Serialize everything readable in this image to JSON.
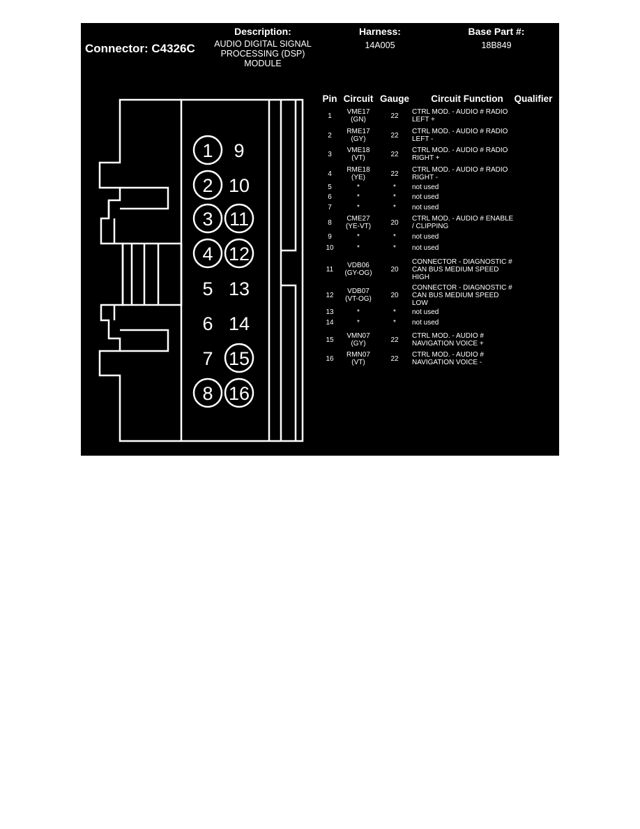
{
  "header": {
    "connector_title": "Connector: C4326C",
    "description_label": "Description:",
    "description_value": "AUDIO DIGITAL SIGNAL PROCESSING (DSP) MODULE",
    "harness_label": "Harness:",
    "harness_value": "14A005",
    "base_part_label": "Base Part #:",
    "base_part_value": "18B849"
  },
  "table": {
    "columns": [
      "Pin",
      "Circuit",
      "Gauge",
      "Circuit Function",
      "Qualifier"
    ],
    "rows": [
      {
        "pin": "1",
        "circuit": "VME17\n(GN)",
        "gauge": "22",
        "function": "CTRL MOD. - AUDIO # RADIO LEFT +",
        "qualifier": ""
      },
      {
        "pin": "2",
        "circuit": "RME17\n(GY)",
        "gauge": "22",
        "function": "CTRL MOD. - AUDIO # RADIO LEFT -",
        "qualifier": ""
      },
      {
        "pin": "3",
        "circuit": "VME18\n(VT)",
        "gauge": "22",
        "function": "CTRL MOD. - AUDIO # RADIO RIGHT +",
        "qualifier": ""
      },
      {
        "pin": "4",
        "circuit": "RME18\n(YE)",
        "gauge": "22",
        "function": "CTRL MOD. - AUDIO # RADIO RIGHT -",
        "qualifier": ""
      },
      {
        "pin": "5",
        "circuit": "*",
        "gauge": "*",
        "function": "not used",
        "qualifier": ""
      },
      {
        "pin": "6",
        "circuit": "*",
        "gauge": "*",
        "function": "not used",
        "qualifier": ""
      },
      {
        "pin": "7",
        "circuit": "*",
        "gauge": "*",
        "function": "not used",
        "qualifier": ""
      },
      {
        "pin": "8",
        "circuit": "CME27\n(YE-VT)",
        "gauge": "20",
        "function": "CTRL MOD. - AUDIO # ENABLE / CLIPPING",
        "qualifier": ""
      },
      {
        "pin": "9",
        "circuit": "*",
        "gauge": "*",
        "function": "not used",
        "qualifier": ""
      },
      {
        "pin": "10",
        "circuit": "*",
        "gauge": "*",
        "function": "not used",
        "qualifier": ""
      },
      {
        "pin": "11",
        "circuit": "VDB06\n(GY-OG)",
        "gauge": "20",
        "function": "CONNECTOR - DIAGNOSTIC # CAN BUS MEDIUM SPEED HIGH",
        "qualifier": ""
      },
      {
        "pin": "12",
        "circuit": "VDB07\n(VT-OG)",
        "gauge": "20",
        "function": "CONNECTOR - DIAGNOSTIC # CAN BUS MEDIUM SPEED LOW",
        "qualifier": ""
      },
      {
        "pin": "13",
        "circuit": "*",
        "gauge": "*",
        "function": "not used",
        "qualifier": ""
      },
      {
        "pin": "14",
        "circuit": "*",
        "gauge": "*",
        "function": "not used",
        "qualifier": ""
      },
      {
        "pin": "15",
        "circuit": "VMN07\n(GY)",
        "gauge": "22",
        "function": "CTRL MOD. - AUDIO # NAVIGATION VOICE +",
        "qualifier": ""
      },
      {
        "pin": "16",
        "circuit": "RMN07\n(VT)",
        "gauge": "22",
        "function": "CTRL MOD. - AUDIO # NAVIGATION VOICE -",
        "qualifier": ""
      }
    ]
  },
  "connector_diagram": {
    "pins": [
      {
        "label": "1",
        "circled": true
      },
      {
        "label": "2",
        "circled": true
      },
      {
        "label": "3",
        "circled": true
      },
      {
        "label": "4",
        "circled": true
      },
      {
        "label": "5",
        "circled": false
      },
      {
        "label": "6",
        "circled": false
      },
      {
        "label": "7",
        "circled": false
      },
      {
        "label": "8",
        "circled": true
      },
      {
        "label": "9",
        "circled": false
      },
      {
        "label": "10",
        "circled": false
      },
      {
        "label": "11",
        "circled": true
      },
      {
        "label": "12",
        "circled": true
      },
      {
        "label": "13",
        "circled": false
      },
      {
        "label": "14",
        "circled": false
      },
      {
        "label": "15",
        "circled": true
      },
      {
        "label": "16",
        "circled": true
      }
    ]
  },
  "colors": {
    "background": "#000000",
    "foreground": "#ffffff",
    "page": "#ffffff"
  }
}
